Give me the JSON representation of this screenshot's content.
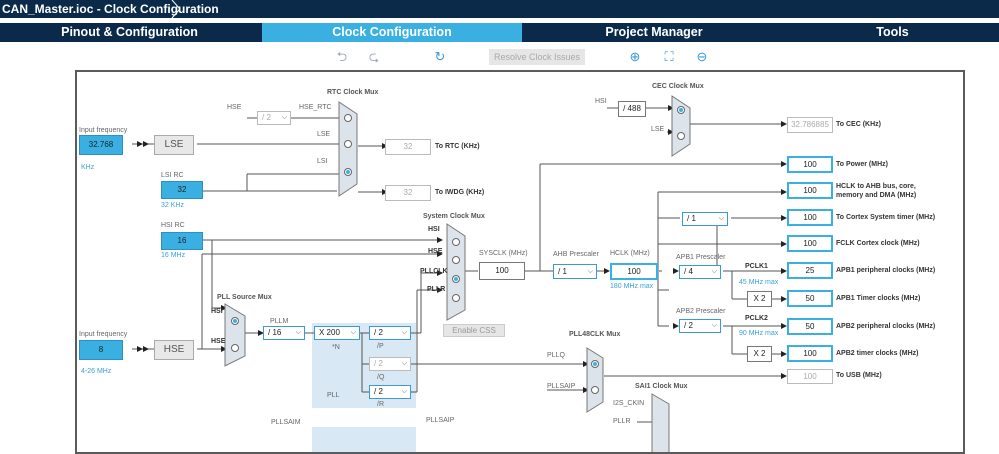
{
  "window": {
    "title": "CAN_Master.ioc - Clock Configuration"
  },
  "tabs": [
    {
      "label": "Pinout & Configuration"
    },
    {
      "label": "Clock Configuration"
    },
    {
      "label": "Project Manager"
    },
    {
      "label": "Tools"
    }
  ],
  "toolbar": {
    "resolve_label": "Resolve Clock Issues"
  },
  "colors": {
    "header": "#0b2a4a",
    "accent": "#3ab0e2"
  },
  "icons": [
    "undo-icon",
    "redo-icon",
    "refresh-icon",
    "zoom-in-icon",
    "fit-icon",
    "zoom-out-icon"
  ],
  "diagram": {
    "input_frequency_label": "Input frequency",
    "lse_input": "32.768",
    "lse_unit": "KHz",
    "lse_label": "LSE",
    "lsi_rc_label": "LSI RC",
    "lsi_value": "32",
    "lsi_unit": "32 KHz",
    "hsi_rc_label": "HSI RC",
    "hsi_value": "16",
    "hsi_unit": "16 MHz",
    "hse_input": "8",
    "hse_range": "4-26 MHz",
    "hse_label": "HSE",
    "rtc_mux_label": "RTC Clock Mux",
    "rtc_hse": "HSE",
    "rtc_div": "/ 2",
    "rtc_hse_rtc": "HSE_RTC",
    "rtc_lse": "LSE",
    "rtc_lsi": "LSI",
    "rtc_value": "32",
    "rtc_to": "To RTC (KHz)",
    "iwdg_value": "32",
    "iwdg_to": "To IWDG (KHz)",
    "cec_mux_label": "CEC Clock Mux",
    "cec_hsi": "HSI",
    "cec_div": "/ 488",
    "cec_lse": "LSE",
    "cec_value": "32.786885",
    "cec_to": "To CEC (KHz)",
    "sys_mux_label": "System Clock Mux",
    "sys_hsi": "HSI",
    "sys_hse": "HSE",
    "sys_pllclk": "PLLCLK",
    "sys_pllr": "PLLR",
    "enable_css": "Enable CSS",
    "sysclk_label": "SYSCLK (MHz)",
    "sysclk_value": "100",
    "ahb_label": "AHB Prescaler",
    "ahb_value": "/ 1",
    "hclk_label": "HCLK (MHz)",
    "hclk_value": "100",
    "hclk_max": "180 MHz max",
    "apb1_label": "APB1 Prescaler",
    "apb1_value": "/ 4",
    "pclk1_label": "PCLK1",
    "pclk1_max": "45 MHz max",
    "apb1_x2": "X 2",
    "apb2_label": "APB2 Prescaler",
    "apb2_value": "/ 2",
    "pclk2_label": "PCLK2",
    "pclk2_max": "90 MHz max",
    "apb2_x2": "X 2",
    "cortex_div": "/ 1",
    "pll_src_label": "PLL Source Mux",
    "pll_hsi": "HSI",
    "pll_hse": "HSE",
    "pllm_label": "PLLM",
    "pllm_value": "/ 16",
    "pll_n_value": "X 200",
    "pll_n_label": "*N",
    "pll_p_value": "/ 2",
    "pll_p_label": "/P",
    "pll_q_value": "/ 2",
    "pll_q_label": "/Q",
    "pll_r_value": "/ 2",
    "pll_r_label": "/R",
    "pll_label": "PLL",
    "pll48_label": "PLL48CLK Mux",
    "pll48_pllq": "PLLQ",
    "pll48_pllsaip": "PLLSAIP",
    "sai1_label": "SAI1 Clock Mux",
    "sai1_i2s": "I2S_CKIN",
    "sai1_pllr": "PLLR",
    "pllsaim_label": "PLLSAIM",
    "pllsaip_label": "PLLSAIP",
    "outputs": [
      {
        "value": "100",
        "label": "To Power (MHz)"
      },
      {
        "value": "100",
        "label": "HCLK to AHB bus, core,",
        "label2": "memory and DMA (MHz)"
      },
      {
        "value": "100",
        "label": "To Cortex System timer (MHz)"
      },
      {
        "value": "100",
        "label": "FCLK Cortex clock (MHz)"
      },
      {
        "value": "25",
        "label": "APB1 peripheral clocks (MHz)"
      },
      {
        "value": "50",
        "label": "APB1 Timer clocks (MHz)"
      },
      {
        "value": "50",
        "label": "APB2 peripheral clocks (MHz)"
      },
      {
        "value": "100",
        "label": "APB2 timer clocks (MHz)"
      },
      {
        "value": "100",
        "label": "To USB (MHz)"
      }
    ]
  }
}
